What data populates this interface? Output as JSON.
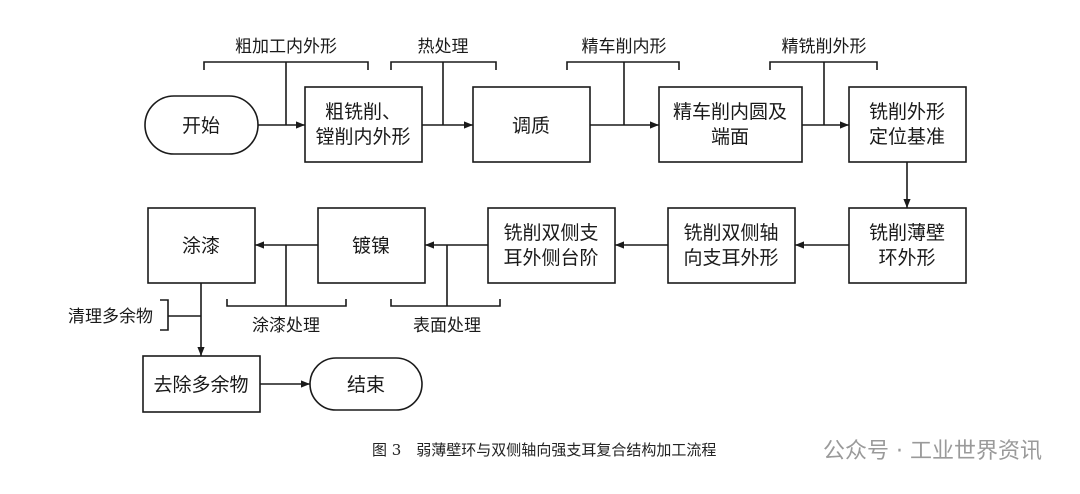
{
  "nodes": {
    "start": "开始",
    "rough_mill_1": "粗铣削、",
    "rough_mill_2": "镗削内外形",
    "temper": "调质",
    "fine_turn_1": "精车削内圆及",
    "fine_turn_2": "端面",
    "mill_outer_1": "铣削外形",
    "mill_outer_2": "定位基准",
    "thin_wall_1": "铣削薄壁",
    "thin_wall_2": "环外形",
    "axial_lug_1": "铣削双侧轴",
    "axial_lug_2": "向支耳外形",
    "lug_step_1": "铣削双侧支",
    "lug_step_2": "耳外侧台阶",
    "nickel": "镀镍",
    "paint": "涂漆",
    "remove": "去除多余物",
    "end": "结束"
  },
  "labels": {
    "rough_inner_outer": "粗加工内外形",
    "heat_treat": "热处理",
    "fine_turn_inner": "精车削内形",
    "fine_mill_outer": "精铣削外形",
    "clean_excess": "清理多余物",
    "paint_process": "涂漆处理",
    "surface_process": "表面处理"
  },
  "caption": "图 3　弱薄壁环与双侧轴向强支耳复合结构加工流程",
  "watermark": "公众号 · 工业世界资讯"
}
